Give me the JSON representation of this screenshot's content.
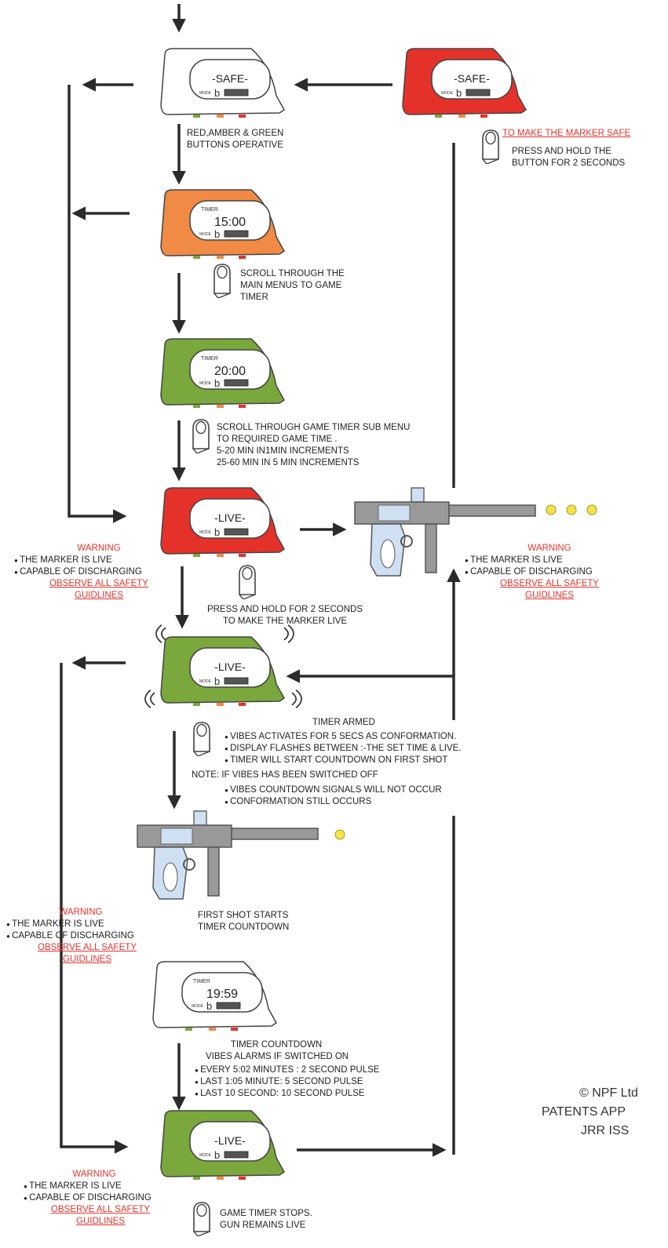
{
  "colors": {
    "white": "#ffffff",
    "orange": "#f08a45",
    "green": "#7aa83c",
    "red": "#e4322b",
    "arrow": "#2b2b2b",
    "warning": "#e4322b"
  },
  "units": {
    "u1": {
      "color": "white",
      "timer_label": "",
      "display": "-SAFE-",
      "mode": "MODE",
      "b": "b"
    },
    "u2": {
      "color": "red",
      "timer_label": "",
      "display": "-SAFE-",
      "mode": "MODE",
      "b": "b"
    },
    "u3": {
      "color": "orange",
      "timer_label": "TIMER",
      "display": "15:00",
      "mode": "MODE",
      "b": "b"
    },
    "u4": {
      "color": "green",
      "timer_label": "TIMER",
      "display": "20:00",
      "mode": "MODE",
      "b": "b"
    },
    "u5": {
      "color": "red",
      "timer_label": "",
      "display": "-LIVE-",
      "mode": "MODE",
      "b": "b"
    },
    "u6": {
      "color": "green",
      "timer_label": "",
      "display": "-LIVE-",
      "mode": "MODE",
      "b": "b"
    },
    "u7": {
      "color": "white",
      "timer_label": "TIMER",
      "display": "19:59",
      "mode": "MODE",
      "b": "b"
    },
    "u8": {
      "color": "green",
      "timer_label": "",
      "display": "-LIVE-",
      "mode": "MODE",
      "b": "b"
    }
  },
  "texts": {
    "buttons_operative": [
      "RED,AMBER & GREEN",
      "BUTTONS OPERATIVE"
    ],
    "safe_title": "TO MAKE THE MARKER SAFE",
    "safe_instr": [
      "PRESS AND HOLD THE",
      "BUTTON FOR 2 SECONDS"
    ],
    "scroll_main": [
      "SCROLL THROUGH THE",
      "MAIN MENUS TO GAME",
      "TIMER"
    ],
    "scroll_sub": [
      "SCROLL THROUGH GAME TIMER SUB MENU",
      "TO REQUIRED GAME TIME .",
      "5-20 MIN IN1MIN INCREMENTS",
      "25-60 MIN IN 5 MIN INCREMENTS"
    ],
    "press_live": [
      "PRESS AND HOLD FOR 2 SECONDS",
      "TO MAKE THE MARKER LIVE"
    ],
    "timer_armed_title": "TIMER ARMED",
    "timer_armed": [
      "VIBES ACTIVATES FOR 5 SECS AS CONFORMATION.",
      "DISPLAY FLASHES BETWEEN :-THE SET TIME & LIVE.",
      "TIMER WILL START COUNTDOWN ON FIRST SHOT"
    ],
    "note": "NOTE: IF VIBES HAS BEEN SWITCHED OFF",
    "note_items": [
      "VIBES COUNTDOWN SIGNALS WILL NOT OCCUR",
      "CONFORMATION STILL OCCURS"
    ],
    "first_shot": [
      "FIRST SHOT STARTS",
      "TIMER COUNTDOWN"
    ],
    "countdown": [
      "TIMER COUNTDOWN",
      "VIBES ALARMS IF SWITCHED ON"
    ],
    "countdown_items": [
      "EVERY 5:02 MINUTES : 2 SECOND PULSE",
      "LAST 1:05  MINUTE: 5 SECOND PULSE",
      "LAST 10 SECOND: 10 SECOND PULSE"
    ],
    "game_stops": [
      "GAME TIMER STOPS.",
      "GUN REMAINS LIVE"
    ]
  },
  "warning": {
    "title": "WARNING",
    "line1": "THE MARKER IS LIVE",
    "line2": "CAPABLE OF DISCHARGING",
    "line3": "OBSERVE ALL SAFETY",
    "line4": "GUIDLINES"
  },
  "copyright": [
    "© NPF Ltd",
    "PATENTS APP",
    "JRR ISS"
  ],
  "icons": {
    "finger": "finger-press-icon",
    "vibes": "vibration-waves-icon",
    "marker": "paintball-marker-icon",
    "paintball": "paintball-icon"
  }
}
